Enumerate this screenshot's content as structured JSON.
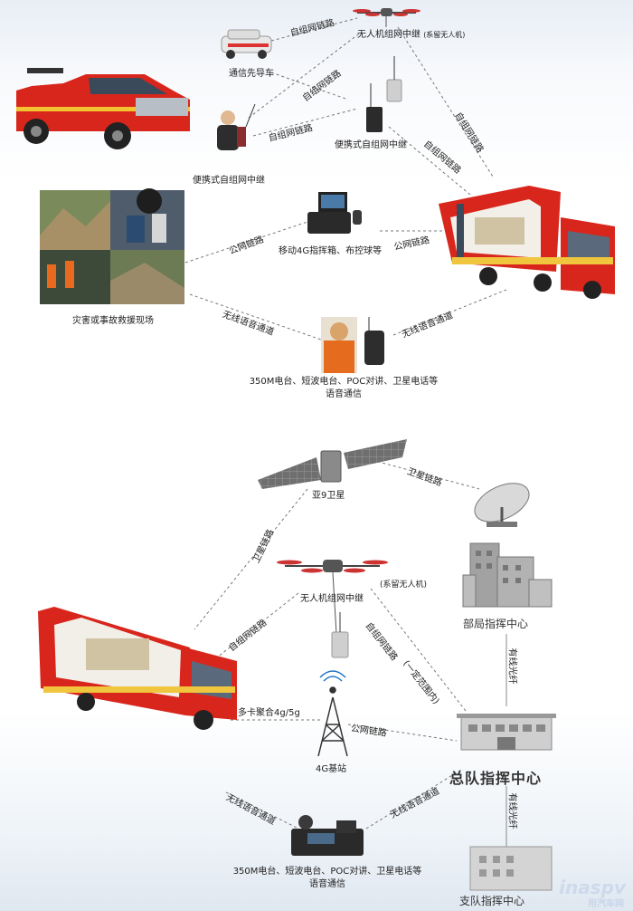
{
  "top": {
    "drone_label": "无人机组网中继",
    "drone_note": "(系留无人机)",
    "lead_car_label": "通信先导车",
    "portable_left_label": "便携式自组网中继",
    "portable_right_label": "便携式自组网中继",
    "box_label": "移动4G指挥箱、布控球等",
    "scene_label": "灾害或事故救援现场",
    "voice_label_line1": "350M电台、短波电台、POC对讲、卫星电话等",
    "voice_label_line2": "语音通信",
    "links": {
      "a": "自组网链路",
      "b": "自组网链路",
      "c": "自组网链路",
      "d": "自组网链路",
      "e": "自组网链路",
      "f": "公网链路",
      "g": "公网链路",
      "h": "无线语音通道",
      "i": "无线语音通道"
    }
  },
  "bottom": {
    "satellite_label": "亚9卫星",
    "drone_label": "无人机组网中继",
    "drone_note": "(系留无人机)",
    "ministry_label": "部局指挥中心",
    "corps_label": "总队指挥中心",
    "detachment_label": "支队指挥中心",
    "base_label": "4G基站",
    "voice_label_line1": "350M电台、短波电台、POC对讲、卫星电话等",
    "voice_label_line2": "语音通信",
    "links": {
      "sat_dish": "卫星链路",
      "sat_truck": "卫星链路",
      "drone_truck": "自组网链路",
      "drone_corps": "自组网链路",
      "drone_corps_note": "(一定范围内)",
      "multi": "多卡聚合4g/5g",
      "public": "公网链路",
      "fiber1": "有线光纤",
      "fiber2": "有线光纤",
      "voice_left": "无线语音通道",
      "voice_right": "无线语音通道"
    }
  },
  "watermark": {
    "main": "inaspv",
    "sub": "用汽车网"
  },
  "colors": {
    "truck_red": "#d9261c",
    "line": "#777777",
    "building": "#9a9a9a"
  }
}
